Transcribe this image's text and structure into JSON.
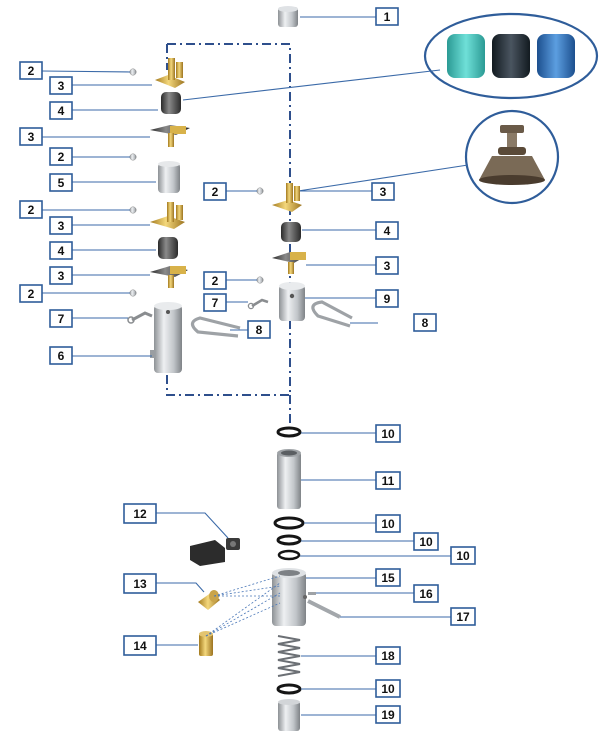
{
  "callouts": [
    "1",
    "2",
    "3",
    "4",
    "5",
    "6",
    "7",
    "8",
    "9",
    "10",
    "11",
    "12",
    "13",
    "14",
    "15",
    "16",
    "17",
    "18",
    "19"
  ],
  "colors": {
    "callout_border": "#2f5d9a",
    "leader_line": "#3b6aa8",
    "dash_outline": "#2e4f8c",
    "brass": "#d8b24a",
    "steel": "#b9bcc0",
    "dark_part": "#3a3a3a",
    "seal_teal": "#3fb7b0",
    "seal_black": "#1f2a33",
    "seal_blue": "#2d6fb8"
  },
  "icons": {
    "seal_options_inset": "seal-color-options-icon",
    "valve_inset": "valve-seat-icon"
  }
}
